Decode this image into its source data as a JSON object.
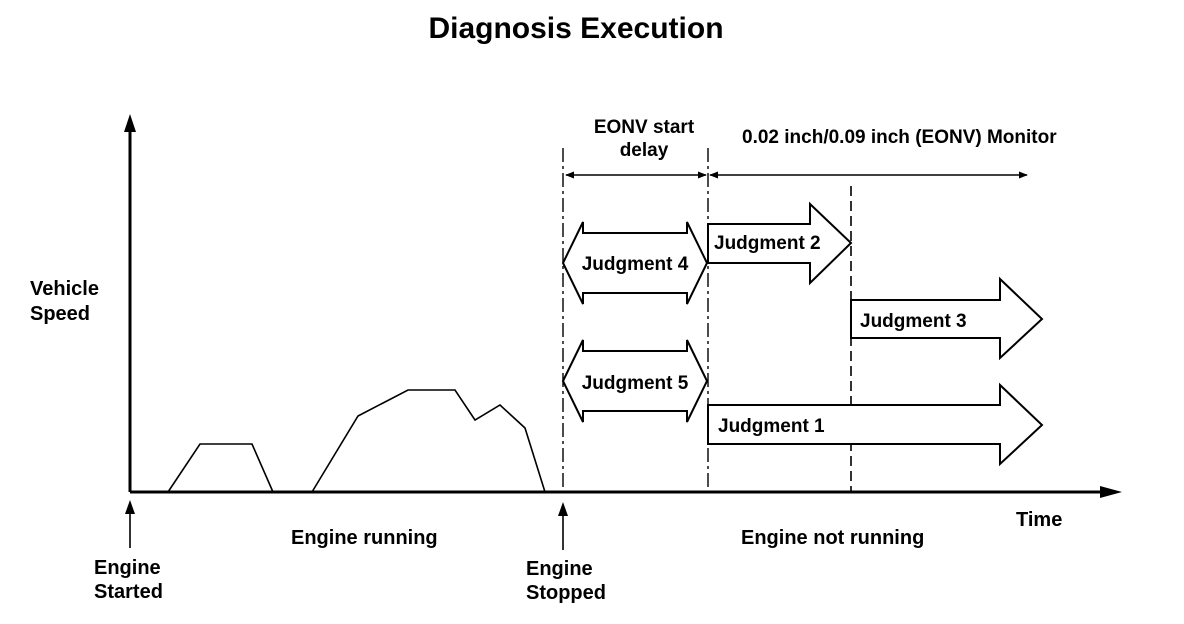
{
  "diagram": {
    "title": "Diagnosis Execution",
    "y_axis_label_line1": "Vehicle",
    "y_axis_label_line2": "Speed",
    "x_axis_label": "Time",
    "engine_started_line1": "Engine",
    "engine_started_line2": "Started",
    "engine_running": "Engine running",
    "engine_stopped_line1": "Engine",
    "engine_stopped_line2": "Stopped",
    "engine_not_running": "Engine not running",
    "eonv_delay_line1": "EONV start",
    "eonv_delay_line2": "delay",
    "monitor_label": "0.02 inch/0.09 inch (EONV) Monitor",
    "judgments": {
      "j1": "Judgment 1",
      "j2": "Judgment 2",
      "j3": "Judgment 3",
      "j4": "Judgment 4",
      "j5": "Judgment 5"
    }
  }
}
